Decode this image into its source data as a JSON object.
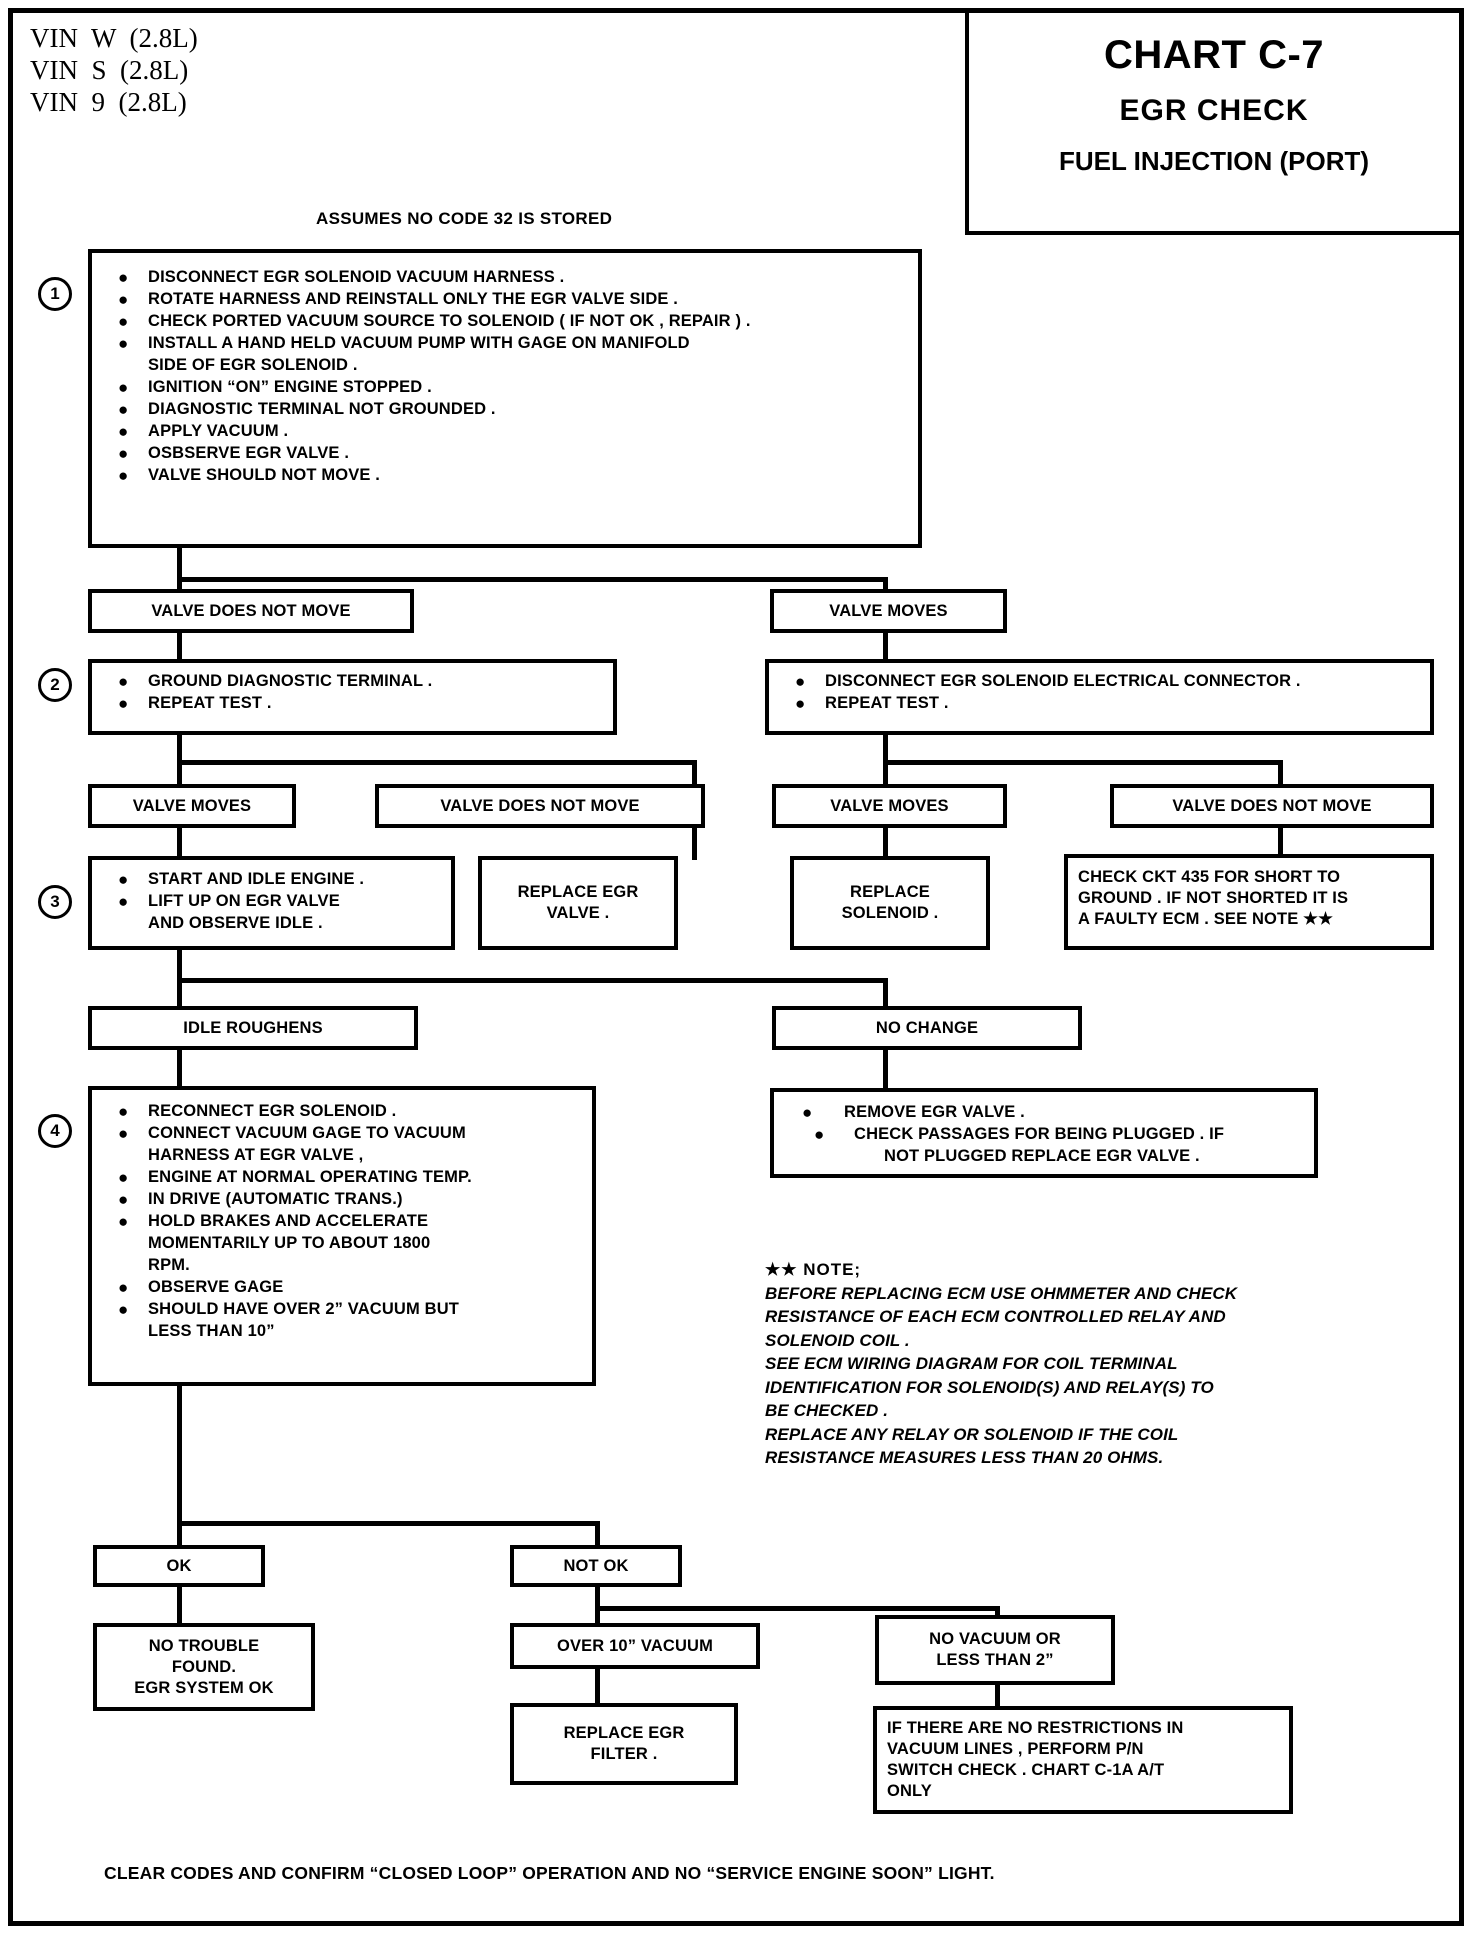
{
  "header": {
    "vin_lines": [
      "VIN  W  (2.8L)",
      "VIN  S  (2.8L)",
      "VIN  9  (2.8L)"
    ],
    "chart_number": "CHART C-7",
    "chart_title": "EGR  CHECK",
    "chart_subtitle": "FUEL INJECTION (PORT)"
  },
  "assumes_note": "ASSUMES NO CODE 32 IS STORED",
  "steps": {
    "one": "1",
    "two": "2",
    "three": "3",
    "four": "4"
  },
  "step1": {
    "bullets": [
      "DISCONNECT EGR SOLENOID VACUUM HARNESS .",
      "ROTATE HARNESS AND REINSTALL ONLY THE EGR VALVE SIDE .",
      "CHECK PORTED VACUUM SOURCE TO SOLENOID ( IF NOT OK , REPAIR ) .",
      "INSTALL A HAND HELD VACUUM PUMP WITH GAGE ON MANIFOLD",
      "SIDE OF EGR SOLENOID .",
      "IGNITION “ON” ENGINE STOPPED .",
      "DIAGNOSTIC TERMINAL NOT GROUNDED .",
      "APPLY VACUUM .",
      "OSBSERVE EGR VALVE .",
      "VALVE SHOULD NOT MOVE ."
    ]
  },
  "branch1": {
    "left_label": "VALVE DOES NOT MOVE",
    "right_label": "VALVE MOVES"
  },
  "step2_left": {
    "bullets": [
      "GROUND DIAGNOSTIC TERMINAL .",
      "REPEAT TEST ."
    ]
  },
  "step2_right": {
    "bullets": [
      "DISCONNECT EGR SOLENOID ELECTRICAL CONNECTOR .",
      "REPEAT TEST ."
    ]
  },
  "branch2": {
    "l_moves": "VALVE  MOVES",
    "l_not_moves": "VALVE DOES NOT MOVE",
    "r_moves": "VALVE  MOVES",
    "r_not_moves": "VALVE DOES NOT MOVE"
  },
  "step3_left": {
    "bullets": [
      "START AND IDLE ENGINE .",
      "LIFT UP ON EGR VALVE",
      "AND OBSERVE IDLE ."
    ]
  },
  "replace_egr_valve": [
    "REPLACE EGR",
    "VALVE ."
  ],
  "replace_solenoid": [
    "REPLACE",
    "SOLENOID ."
  ],
  "check_ckt": [
    "CHECK CKT 435 FOR SHORT TO",
    "GROUND . IF NOT SHORTED IT IS",
    "A FAULTY ECM . SEE NOTE ★★"
  ],
  "branch3": {
    "idle_roughens": "IDLE ROUGHENS",
    "no_change": "NO CHANGE"
  },
  "step4": {
    "bullets": [
      "RECONNECT EGR SOLENOID .",
      "CONNECT VACUUM GAGE TO VACUUM",
      "HARNESS AT EGR VALVE ,",
      "ENGINE AT NORMAL OPERATING TEMP.",
      "IN DRIVE (AUTOMATIC TRANS.)",
      "HOLD BRAKES AND ACCELERATE",
      "MOMENTARILY UP TO ABOUT 1800",
      "RPM.",
      "OBSERVE GAGE",
      "SHOULD HAVE OVER 2” VACUUM BUT",
      "LESS THAN 10”"
    ]
  },
  "remove_egr": [
    "REMOVE EGR VALVE .",
    "CHECK PASSAGES FOR BEING PLUGGED . IF",
    "NOT PLUGGED REPLACE EGR VALVE ."
  ],
  "note": {
    "header": "★★ NOTE;",
    "lines": [
      "BEFORE REPLACING ECM USE OHMMETER AND CHECK",
      "RESISTANCE OF EACH ECM CONTROLLED RELAY AND",
      "SOLENOID COIL .",
      "SEE ECM WIRING DIAGRAM FOR COIL TERMINAL",
      "IDENTIFICATION FOR SOLENOID(S) AND RELAY(S) TO",
      "BE CHECKED .",
      "REPLACE ANY RELAY OR SOLENOID IF THE COIL",
      "RESISTANCE MEASURES LESS THAN 20 OHMS."
    ]
  },
  "branch4": {
    "ok": "OK",
    "not_ok": "NOT OK"
  },
  "no_trouble": [
    "NO TROUBLE",
    "FOUND.",
    "EGR SYSTEM OK"
  ],
  "over_10": "OVER 10” VACUUM",
  "no_vacuum": [
    "NO VACUUM OR",
    "LESS THAN 2”"
  ],
  "replace_filter": [
    "REPLACE EGR",
    "FILTER ."
  ],
  "restrictions": [
    "IF THERE ARE NO RESTRICTIONS IN",
    "VACUUM LINES , PERFORM P/N",
    "SWITCH CHECK . CHART C-1A A/T",
    "ONLY"
  ],
  "footer": "CLEAR CODES AND CONFIRM “CLOSED LOOP” OPERATION AND NO “SERVICE ENGINE SOON” LIGHT.",
  "bullet_glyph": "●"
}
